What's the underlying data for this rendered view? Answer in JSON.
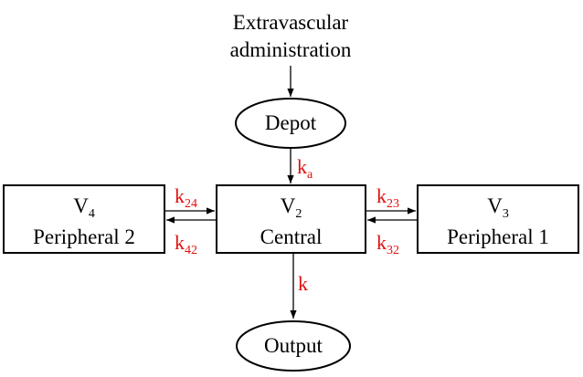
{
  "input": {
    "line1": "Extravascular",
    "line2": "administration"
  },
  "depot": {
    "label": "Depot"
  },
  "output": {
    "label": "Output"
  },
  "central": {
    "v": "V",
    "v_sub": "2",
    "label": "Central"
  },
  "peripheral_left": {
    "v": "V",
    "v_sub": "4",
    "label": "Peripheral 2"
  },
  "peripheral_right": {
    "v": "V",
    "v_sub": "3",
    "label": "Peripheral 1"
  },
  "rates": {
    "ka": {
      "base": "k",
      "sub": "a"
    },
    "k": {
      "base": "k"
    },
    "k24": {
      "base": "k",
      "sub": "24"
    },
    "k42": {
      "base": "k",
      "sub": "42"
    },
    "k23": {
      "base": "k",
      "sub": "23"
    },
    "k32": {
      "base": "k",
      "sub": "32"
    }
  },
  "colors": {
    "rate": "#e01010",
    "stroke": "#000000"
  }
}
